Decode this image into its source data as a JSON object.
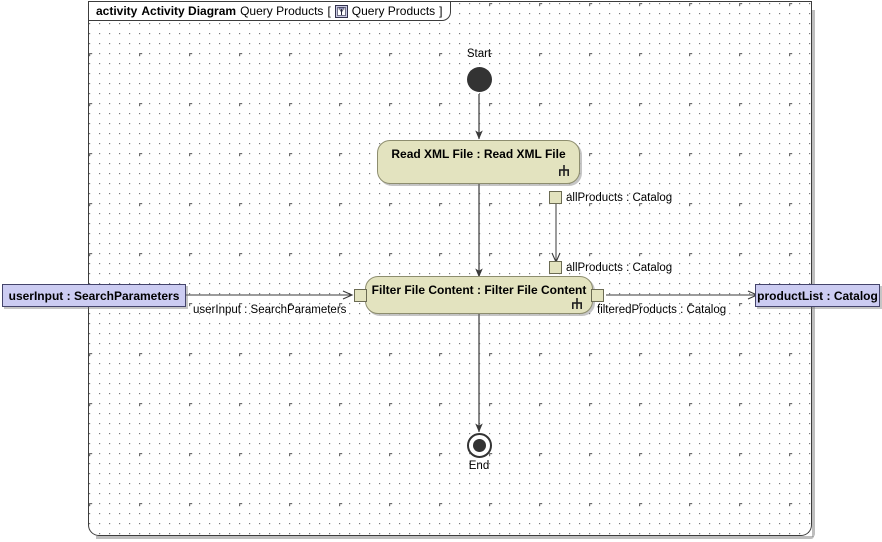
{
  "diagram": {
    "frame": {
      "keyword": "activity",
      "type_name": "Activity Diagram",
      "name": "Query Products",
      "bracket_open": "[",
      "bracket_close": "]",
      "qualified_name": "Query Products",
      "icon": "activity-diagram-icon"
    },
    "palette": {
      "action_fill": "#e3e3bf",
      "action_stroke": "#8d8d6e",
      "param_fill": "#ccccf2",
      "param_stroke": "#44446b",
      "control_node": "#333333",
      "frame_stroke": "#3c3c3c",
      "canvas": "#ffffff",
      "grid_dot": "#787878"
    },
    "nodes": [
      {
        "id": "start",
        "kind": "initial-node",
        "label": "Start"
      },
      {
        "id": "read-xml-file",
        "kind": "call-behavior-action",
        "label": "Read XML File : Read XML File",
        "icon": "rake-subactivity-icon"
      },
      {
        "id": "filter-file-content",
        "kind": "call-behavior-action",
        "label": "Filter File Content : Filter File Content",
        "icon": "rake-subactivity-icon"
      },
      {
        "id": "end",
        "kind": "final-node",
        "label": "End"
      }
    ],
    "parameter_nodes": [
      {
        "id": "user-input",
        "label": "userInput : SearchParameters"
      },
      {
        "id": "product-list",
        "label": "productList : Catalog"
      }
    ],
    "pins": [
      {
        "id": "read-xml-output-pin",
        "kind": "output-pin",
        "owner": "read-xml-file",
        "label": "allProducts : Catalog"
      },
      {
        "id": "filter-input-pin-allproducts",
        "kind": "input-pin",
        "owner": "filter-file-content",
        "label": "allProducts : Catalog"
      },
      {
        "id": "filter-input-pin-userinput",
        "kind": "input-pin",
        "owner": "filter-file-content",
        "label": ""
      },
      {
        "id": "filter-output-pin-filtered",
        "kind": "output-pin",
        "owner": "filter-file-content",
        "label": ""
      }
    ],
    "edge_labels": [
      {
        "id": "edge-user-input",
        "label": "userInput : SearchParameters"
      },
      {
        "id": "edge-filtered-products",
        "label": "filteredProducts : Catalog"
      }
    ]
  }
}
